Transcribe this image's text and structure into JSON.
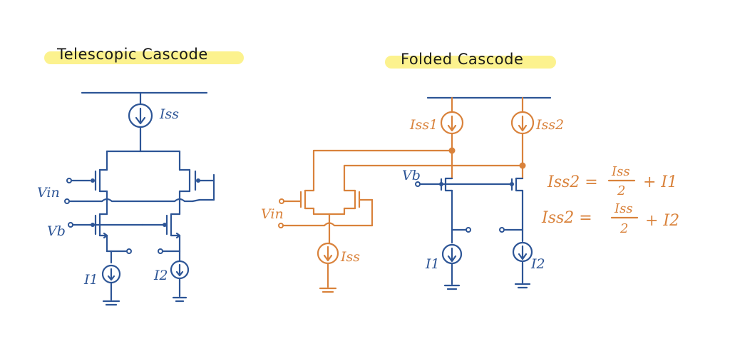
{
  "titles": {
    "telescopic": "Telescopic Cascode",
    "folded": "Folded Cascode"
  },
  "labels": {
    "tele_iss": "Iss",
    "tele_vin": "Vin",
    "tele_vb": "Vb",
    "tele_i1": "I1",
    "tele_i2": "I2",
    "fold_iss1": "Iss1",
    "fold_iss2": "Iss2",
    "fold_vb": "Vb",
    "fold_vin": "Vin",
    "fold_iss": "Iss",
    "fold_i1": "I1",
    "fold_i2": "I2"
  },
  "equations": {
    "eq1_lhs": "Iss2 =",
    "eq1_num": "Iss",
    "eq1_den": "2",
    "eq1_rhs": "+ I1",
    "eq2_lhs": "Iss2 =",
    "eq2_num": "Iss",
    "eq2_den": "2",
    "eq2_rhs": "+ I2"
  },
  "colors": {
    "telescopic": "#2d5596",
    "folded_orange": "#d9823b",
    "folded_blue": "#2d5596",
    "highlight": "#fbf07a"
  }
}
